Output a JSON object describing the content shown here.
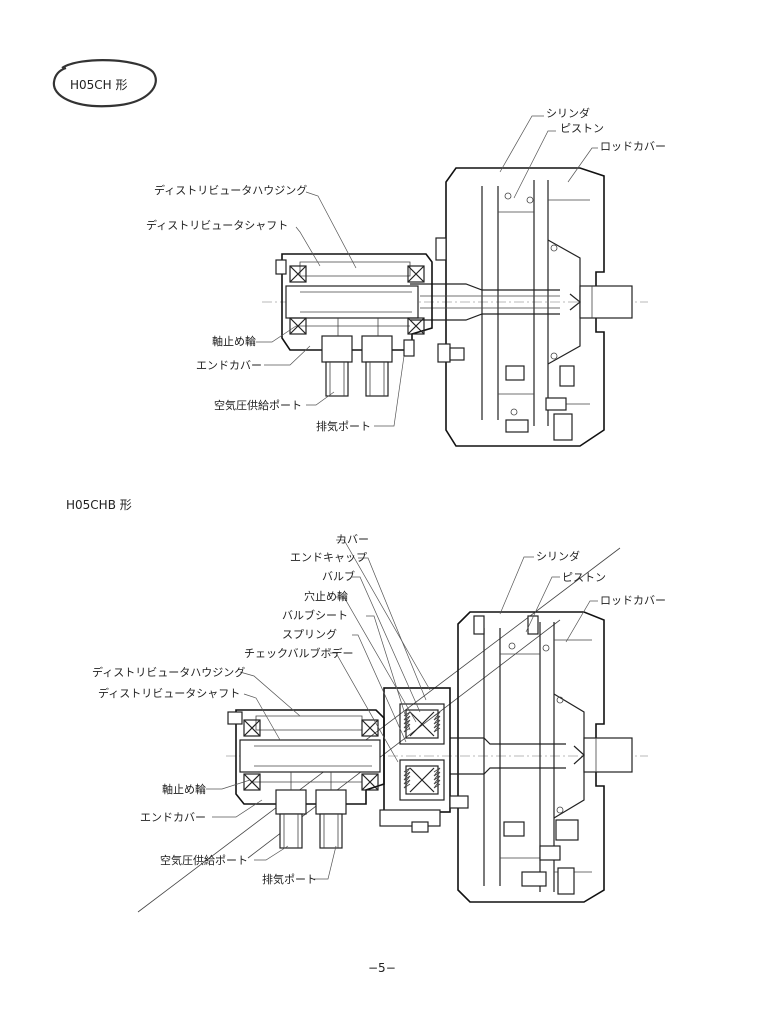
{
  "diagram1": {
    "title": "H05CH 形",
    "labels": {
      "cylinder": "シリンダ",
      "piston": "ピストン",
      "rod_cover": "ロッドカバー",
      "distributor_housing": "ディストリビュータハウジング",
      "distributor_shaft": "ディストリビュータシャフト",
      "shaft_retaining_ring": "軸止め輪",
      "end_cover": "エンドカバー",
      "air_supply_port": "空気圧供給ポート",
      "exhaust_port": "排気ポート"
    }
  },
  "diagram2": {
    "title": "H05CHB 形",
    "labels": {
      "cover": "カバー",
      "end_cap": "エンドキャップ",
      "valve": "バルブ",
      "hole_retaining_ring": "穴止め輪",
      "valve_seat": "バルブシート",
      "spring": "スプリング",
      "check_valve_body": "チェックバルブボデー",
      "distributor_housing": "ディストリビュータハウジング",
      "distributor_shaft": "ディストリビュータシャフト",
      "cylinder": "シリンダ",
      "piston": "ピストン",
      "rod_cover": "ロッドカバー",
      "shaft_retaining_ring": "軸止め輪",
      "end_cover": "エンドカバー",
      "air_supply_port": "空気圧供給ポート",
      "exhaust_port": "排気ポート"
    }
  },
  "page_number": "−5−"
}
